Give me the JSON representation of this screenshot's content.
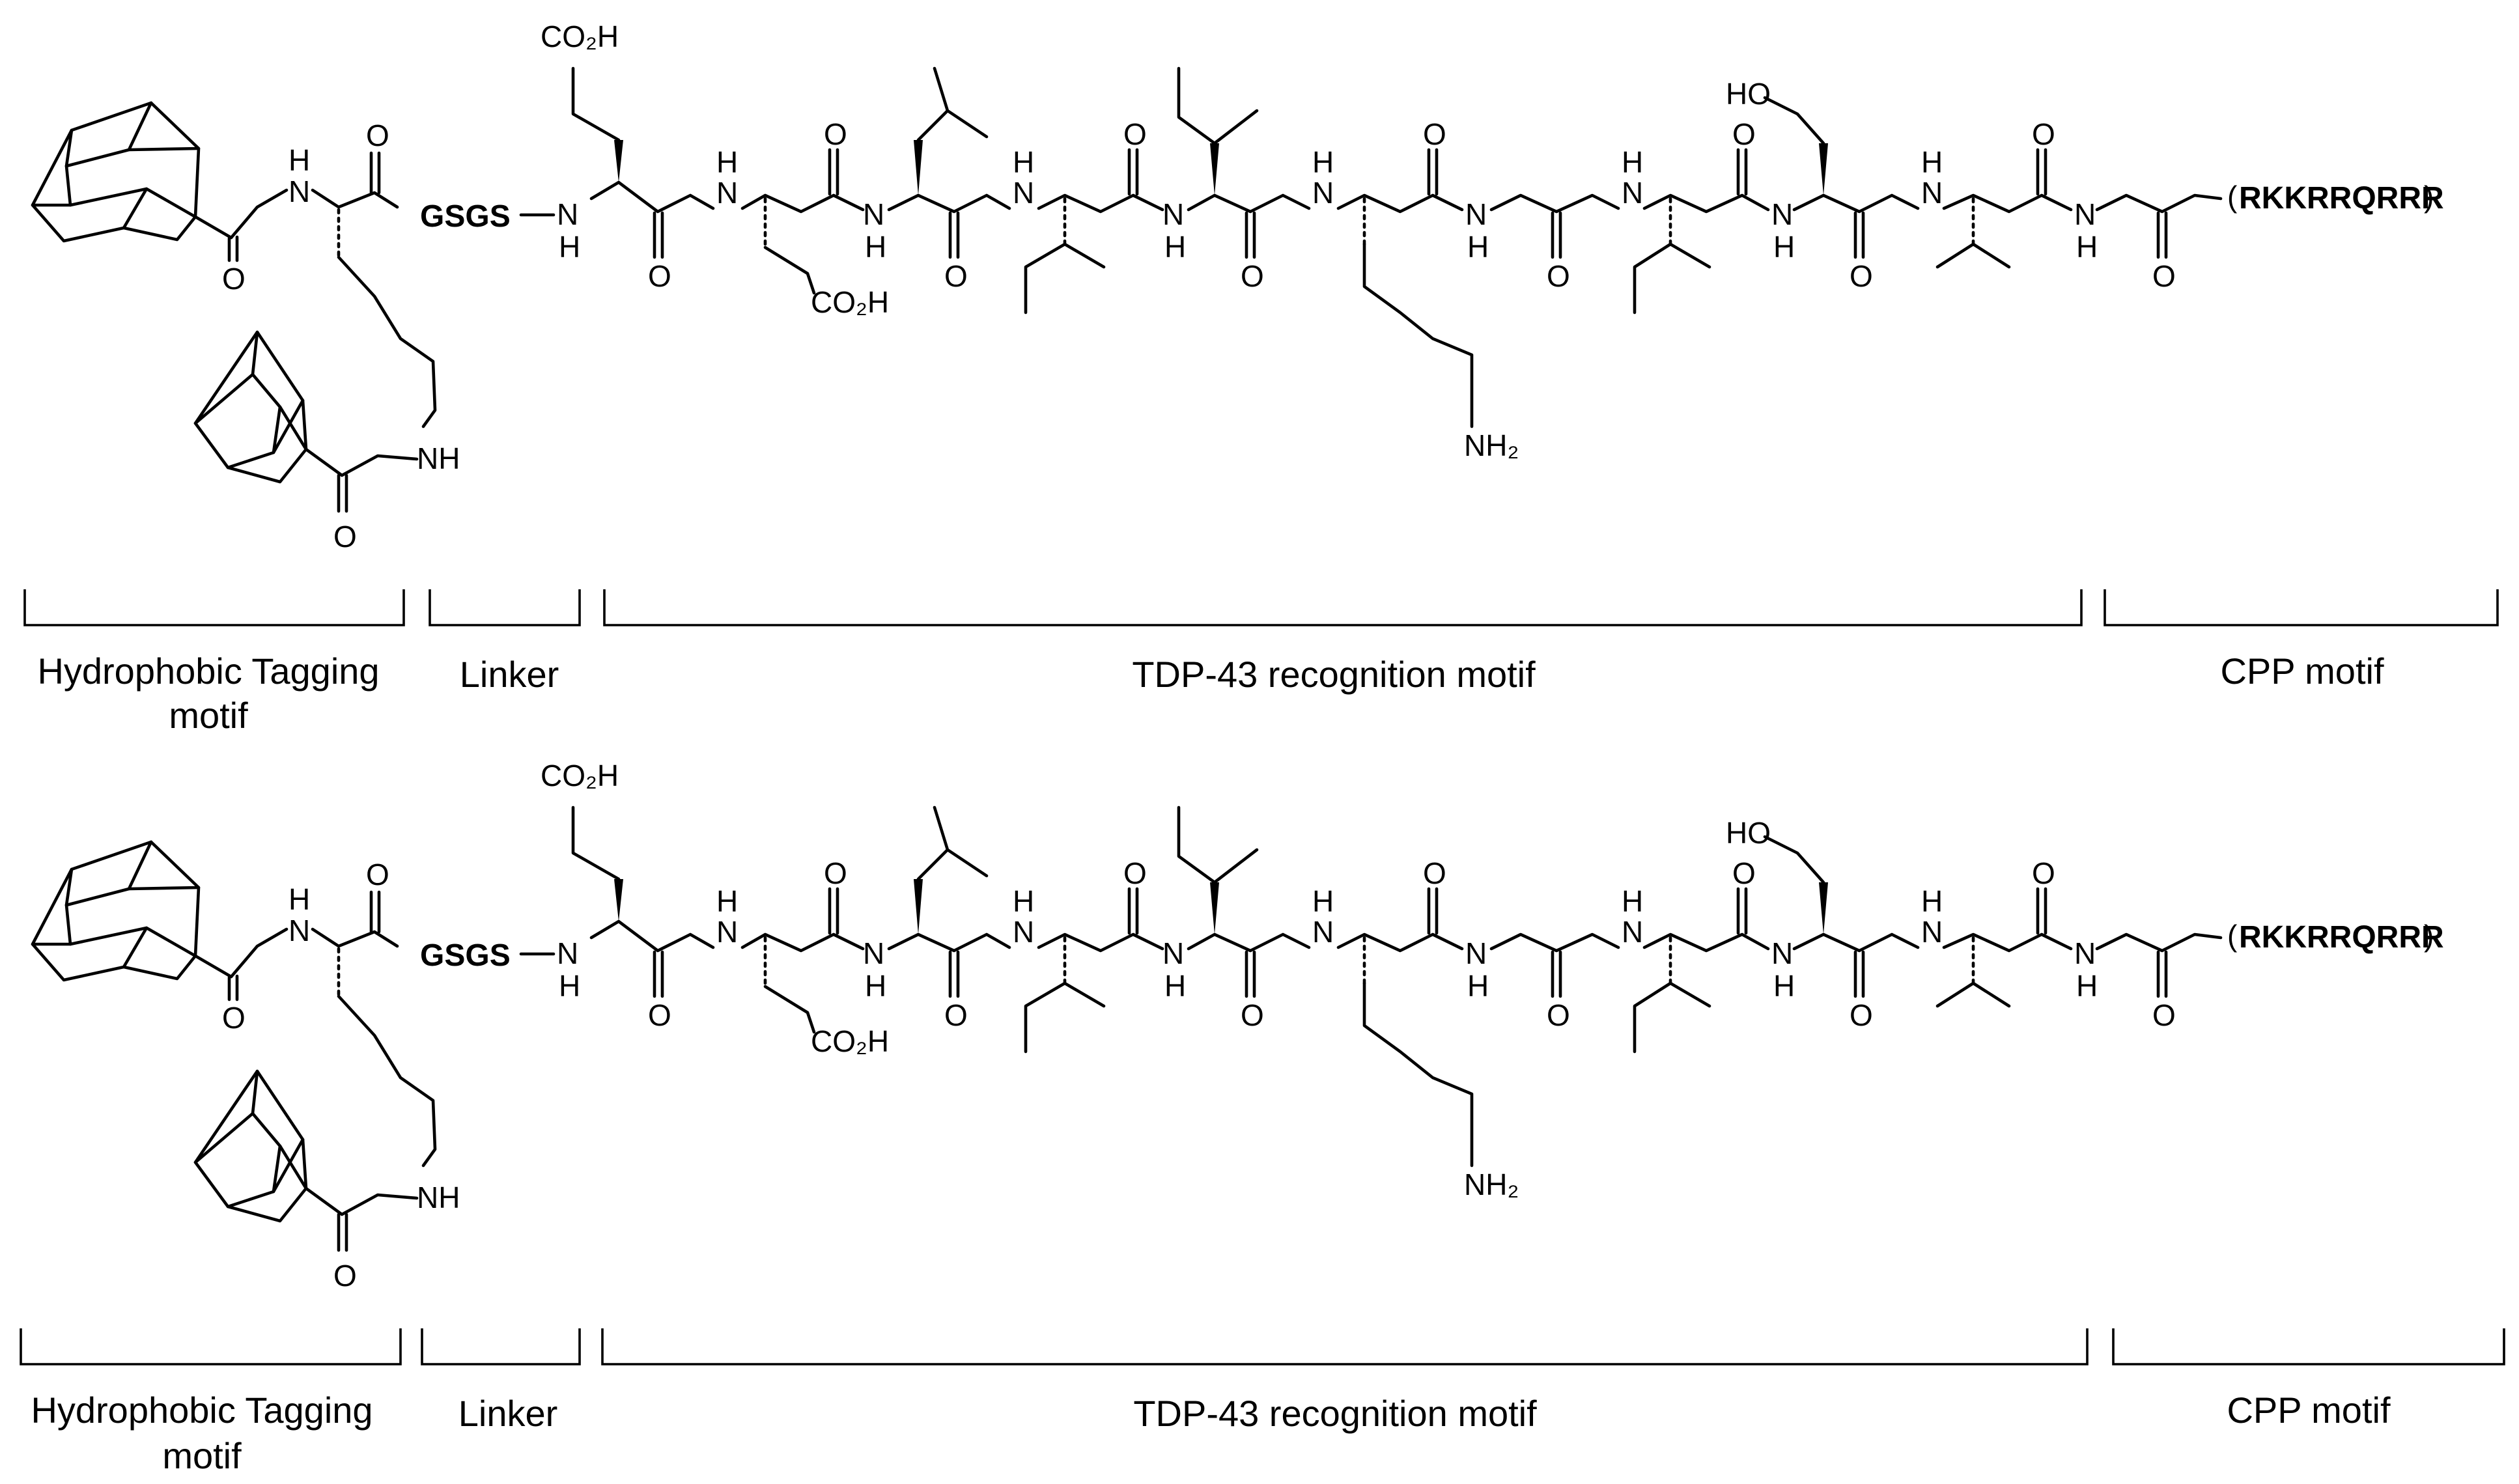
{
  "atoms": {
    "n": "N",
    "h": "H",
    "o": "O",
    "co2h": "CO₂H",
    "ho": "HO",
    "nh": "NH",
    "nh2": "NH₂",
    "gsgs": "GSGS",
    "cpp_sequence": "RKKRRQRRR",
    "paren_open": "(",
    "paren_close": ")"
  },
  "panels": [
    {
      "id": "top",
      "motifs": {
        "hydrophobic_line1": "Hydrophobic Tagging",
        "hydrophobic_line2": "motif",
        "linker": "Linker",
        "recognition": "TDP-43 recognition motif",
        "cpp": "CPP motif"
      }
    },
    {
      "id": "bottom",
      "motifs": {
        "hydrophobic_line1": "Hydrophobic Tagging",
        "hydrophobic_line2": "motif",
        "linker": "Linker",
        "recognition": "TDP-43 recognition motif",
        "cpp": "CPP motif"
      }
    }
  ]
}
